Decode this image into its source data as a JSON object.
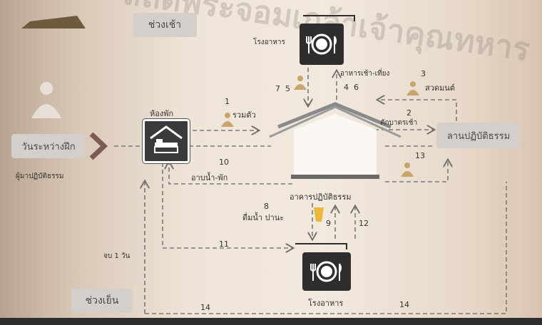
{
  "watermark": "สถิติพระจอมเกล้าเจ้าคุณทหาร",
  "period_morning": "ช่วงเช้า",
  "period_evening": "ช่วงเย็น",
  "places": {
    "canteen_top": "โรงอาหาร",
    "canteen_bottom": "โรงอาหาร",
    "room": "ห้องพัก",
    "hall": "อาคารปฏิบัติธรรม",
    "courtyard": "ลานปฏิบัติธรรม",
    "training_day": "วันระหว่างฝึก"
  },
  "subtitle_practitioner": "ผู้มาปฏิบัติธรรม",
  "activities": {
    "a1": "รวมตัว",
    "a2": "ตักบาตรเช้า",
    "a3": "สวดมนต์",
    "meals": "อาหารเช้า-เที่ยง",
    "a8": "ดื่มน้ำ ปานะ",
    "a10": "อาบน้ำ-พัก",
    "end_day": "จบ 1 วัน"
  },
  "numbers": {
    "n1": "1",
    "n2": "2",
    "n3": "3",
    "n4": "4",
    "n5": "5",
    "n6": "6",
    "n7": "7",
    "n8": "8",
    "n9": "9",
    "n10": "10",
    "n11": "11",
    "n12": "12",
    "n13": "13",
    "n14a": "14",
    "n14b": "14"
  },
  "colors": {
    "dash": "#7a7a7a",
    "icon_bg": "#2e2e2e",
    "label_bg": "#d4cfcb",
    "chevron": "#7d5a52"
  }
}
